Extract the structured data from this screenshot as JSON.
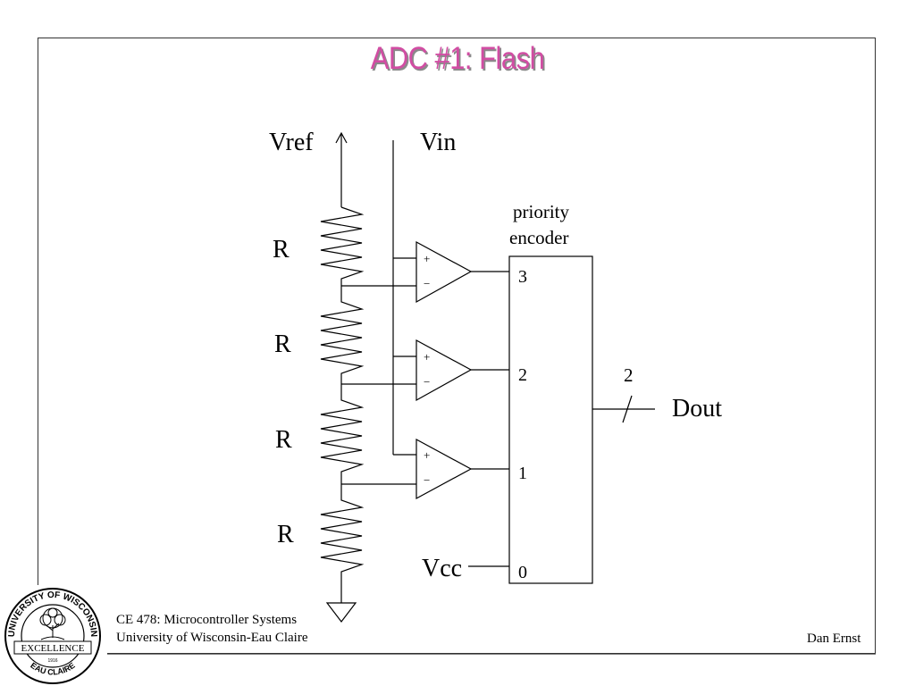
{
  "slide": {
    "title": "ADC #1:  Flash"
  },
  "diagram": {
    "vref_label": "Vref",
    "vin_label": "Vin",
    "vcc_label": "Vcc",
    "dout_label": "Dout",
    "resistor_labels": [
      "R",
      "R",
      "R",
      "R"
    ],
    "encoder_title_line1": "priority",
    "encoder_title_line2": "encoder",
    "encoder_inputs": [
      "3",
      "2",
      "1",
      "0"
    ],
    "bus_width": "2",
    "comparator_plus": "+",
    "comparator_minus": "−"
  },
  "footer": {
    "course": "CE 478: Microcontroller Systems",
    "university": "University of Wisconsin-Eau Claire",
    "author": "Dan Ernst"
  },
  "logo": {
    "icon": "university-seal-icon",
    "top_text": "UNIVERSITY OF WISCONSIN",
    "middle_text": "EXCELLENCE",
    "bottom_text": "EAU CLAIRE",
    "year": "1916"
  },
  "colors": {
    "title": "#d14da3",
    "title_shadow": "#8a8a8a",
    "lines": "#000000"
  }
}
